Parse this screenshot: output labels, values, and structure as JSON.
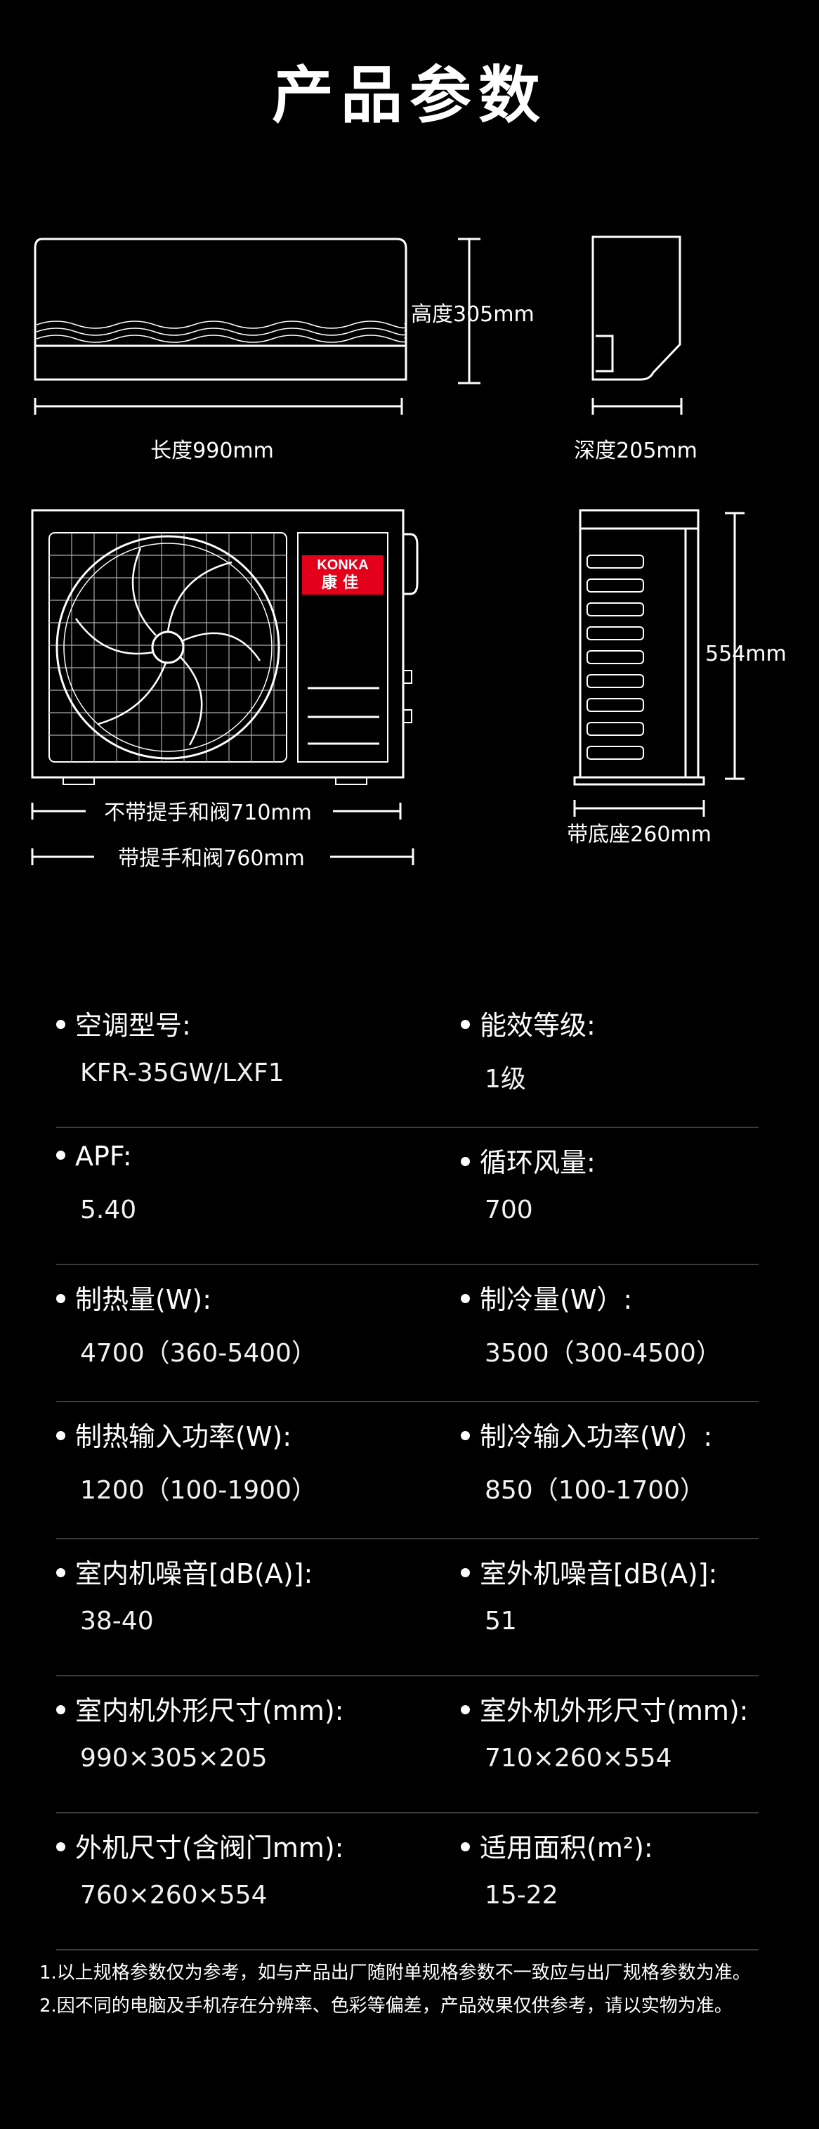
{
  "title": "产品参数",
  "brand": {
    "name": "KONKA",
    "cn": "康佳",
    "color": "#e3001b"
  },
  "dimensions": {
    "indoor_height": "高度305mm",
    "indoor_length": "长度990mm",
    "indoor_depth": "深度205mm",
    "outdoor_height": "554mm",
    "outdoor_width_no_handle": "不带提手和阀710mm",
    "outdoor_width_with_handle": "带提手和阀760mm",
    "outdoor_base": "带底座260mm"
  },
  "specs": [
    {
      "left": {
        "label": "空调型号:",
        "value": "KFR-35GW/LXF1"
      },
      "right": {
        "label": "能效等级:",
        "value": "1级"
      }
    },
    {
      "left": {
        "label": "APF:",
        "value": "5.40"
      },
      "right": {
        "label": "循环风量:",
        "value": "700"
      }
    },
    {
      "left": {
        "label": "制热量(W):",
        "value": "4700（360-5400）"
      },
      "right": {
        "label": "制冷量(W）:",
        "value": "3500（300-4500）"
      }
    },
    {
      "left": {
        "label": "制热输入功率(W):",
        "value": "1200（100-1900）"
      },
      "right": {
        "label": "制冷输入功率(W）:",
        "value": "850（100-1700）"
      }
    },
    {
      "left": {
        "label": "室内机噪音[dB(A)]:",
        "value": "38-40"
      },
      "right": {
        "label": "室外机噪音[dB(A)]:",
        "value": "51"
      }
    },
    {
      "left": {
        "label": "室内机外形尺寸(mm):",
        "value": "990×305×205"
      },
      "right": {
        "label": "室外机外形尺寸(mm):",
        "value": "710×260×554"
      }
    },
    {
      "left": {
        "label": "外机尺寸(含阀门mm):",
        "value": "760×260×554"
      },
      "right": {
        "label": "适用面积(m²):",
        "value": "15-22"
      }
    }
  ],
  "notes": [
    "1.以上规格参数仅为参考，如与产品出厂随附单规格参数不一致应与出厂规格参数为准。",
    "2.因不同的电脑及手机存在分辨率、色彩等偏差，产品效果仅供参考，请以实物为准。"
  ]
}
